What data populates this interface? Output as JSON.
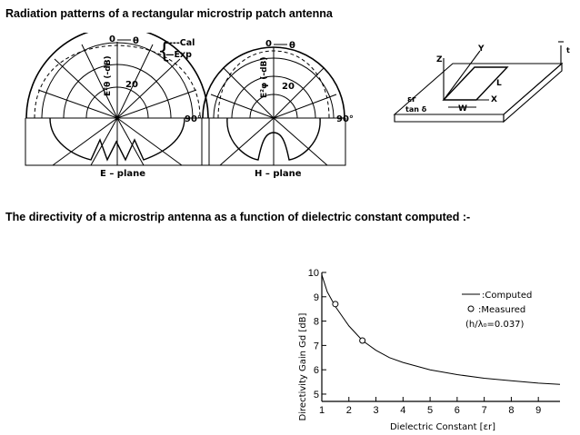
{
  "slide": {
    "heading_patterns": "Radiation patterns of a rectangular microstrip patch antenna",
    "heading_directivity": "The directivity of a microstrip antenna as a function of dielectric constant computed :-"
  },
  "patterns": {
    "zero_label": "0",
    "theta_label": "θ",
    "deg90_label": "90°",
    "tick20_label": "20",
    "e_label": "E²θ (-dB)",
    "h_label": "E²φ (-dB)",
    "e_plane_label": "E – plane",
    "h_plane_label": "H – plane",
    "legend_cal": "----Cal",
    "legend_exp": "—Exp"
  },
  "patch": {
    "z_label": "Z",
    "y_label": "Y",
    "x_label": "X",
    "l_label": "L",
    "w_label": "W",
    "eps_label": "εr",
    "tan_label": "tan δ",
    "t_label": "t"
  },
  "chart_data": {
    "type": "line",
    "xlabel": "Dielectric Constant [εr]",
    "ylabel": "Directivity Gain Gd [dB]",
    "xlim": [
      1,
      9.8
    ],
    "ylim": [
      4.7,
      10
    ],
    "x_ticks": [
      1,
      2,
      3,
      4,
      5,
      6,
      7,
      8,
      9
    ],
    "y_ticks": [
      5,
      6,
      7,
      8,
      9,
      10
    ],
    "series": [
      {
        "name": ":Computed",
        "x": [
          1,
          1.2,
          1.5,
          2,
          2.5,
          3,
          3.5,
          4,
          5,
          6,
          7,
          8,
          9,
          9.8
        ],
        "y": [
          9.9,
          9.2,
          8.6,
          7.8,
          7.2,
          6.8,
          6.5,
          6.3,
          6.0,
          5.8,
          5.65,
          5.55,
          5.45,
          5.4
        ]
      },
      {
        "name": ":Measured",
        "x": [
          1.5,
          2.5
        ],
        "y": [
          8.7,
          7.2
        ]
      }
    ],
    "annotation": "(h/λ₀=0.037)"
  }
}
